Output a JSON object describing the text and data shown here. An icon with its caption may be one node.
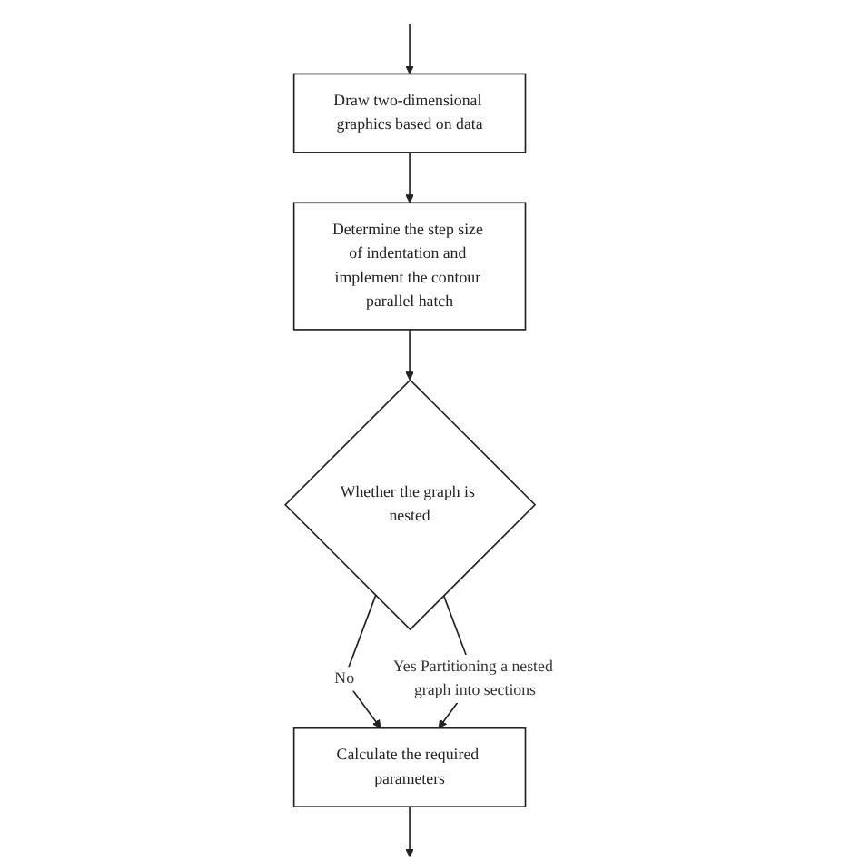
{
  "diagram": {
    "nodes": [
      {
        "text": [
          "Draw two-dimensional graphics based on data"
        ]
      },
      {
        "text": [
          "Determine the step size of indentation and implement the contour parallel hatch"
        ]
      },
      {
        "text": [
          "Whether the graph is nested"
        ]
      },
      {
        "text": [
          "Calculate the required parameters"
        ]
      }
    ],
    "edges": [
      {
        "from": null,
        "to": 0,
        "arrow": "to"
      },
      {
        "from": 0,
        "to": 1,
        "arrow": "to"
      },
      {
        "from": 1,
        "to": 2,
        "arrow": "to"
      },
      {
        "from": 2,
        "to": 3,
        "arrow": "to",
        "label": "No"
      },
      {
        "from": 2,
        "to": 3,
        "arrow": "to",
        "label": "Yes Partitioning a nested graph into sections"
      },
      {
        "from": 3,
        "to": null,
        "arrow": "to"
      }
    ]
  }
}
